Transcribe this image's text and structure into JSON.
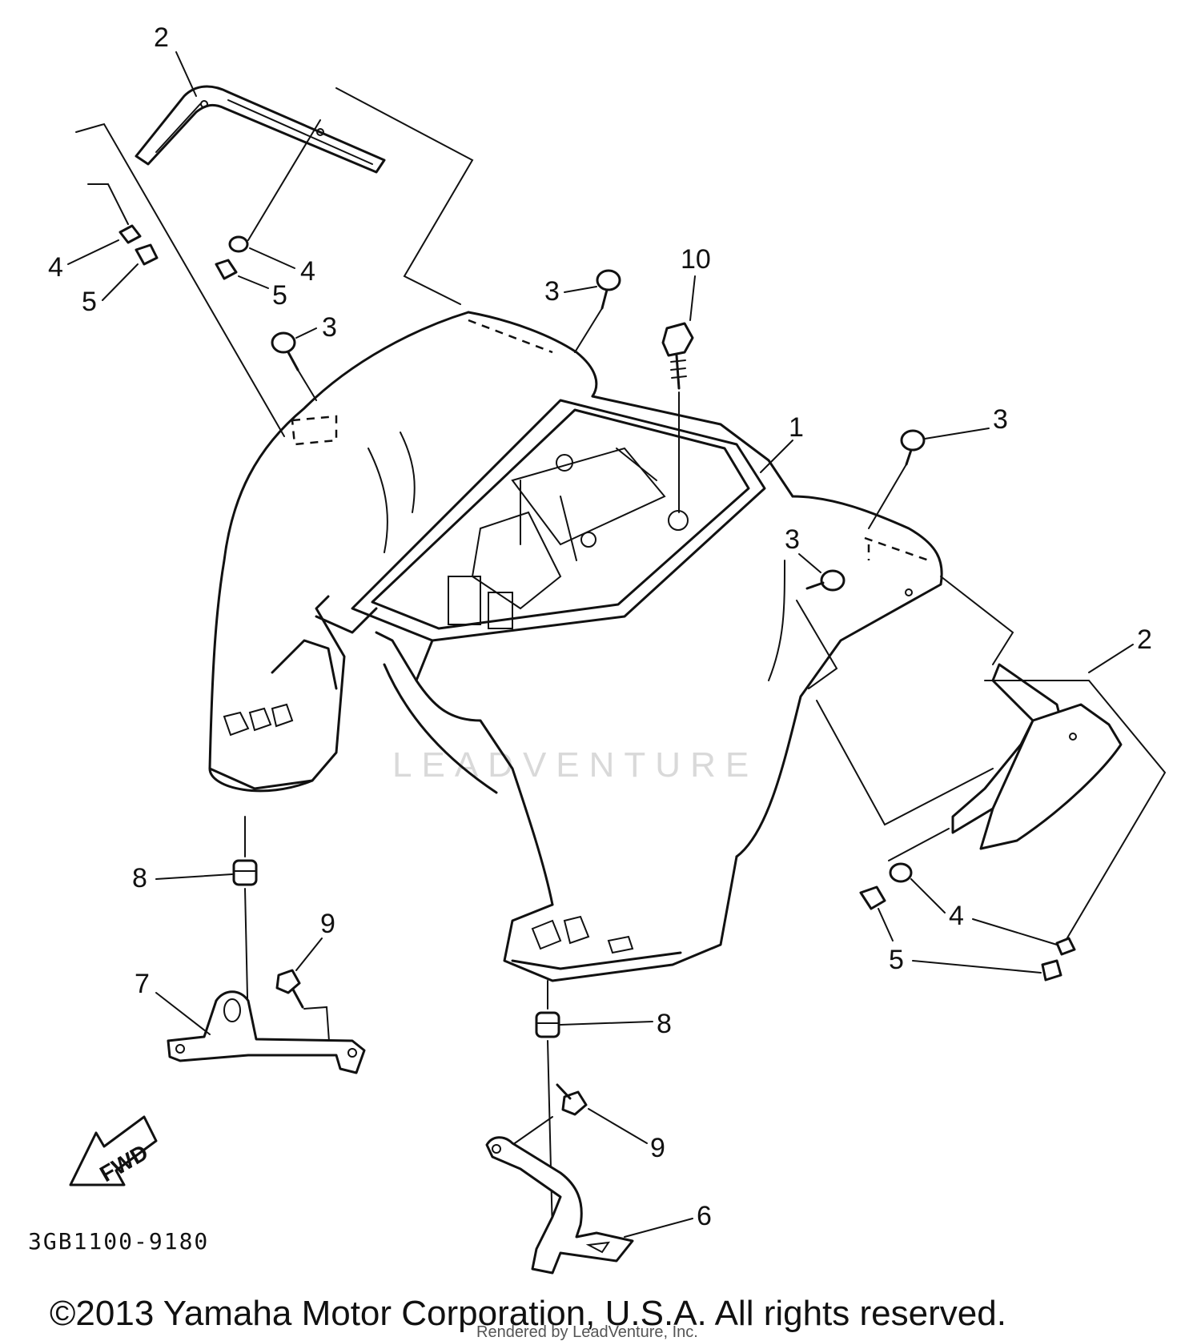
{
  "diagram": {
    "part_labels": {
      "p1": "1",
      "p2a": "2",
      "p2b": "2",
      "p3a": "3",
      "p3b": "3",
      "p3c": "3",
      "p3d": "3",
      "p4a": "4",
      "p4b": "4",
      "p4c": "4",
      "p5a": "5",
      "p5b": "5",
      "p5c": "5",
      "p6": "6",
      "p7": "7",
      "p8a": "8",
      "p8b": "8",
      "p9a": "9",
      "p9b": "9",
      "p10": "10"
    },
    "direction_label": "FWD",
    "diagram_code": "3GB1100-9180",
    "watermark": "LEADVENTURE",
    "copyright": "©2013 Yamaha Motor Corporation, U.S.A. All rights reserved.",
    "rendered_by": "Rendered by LeadVenture, Inc."
  }
}
